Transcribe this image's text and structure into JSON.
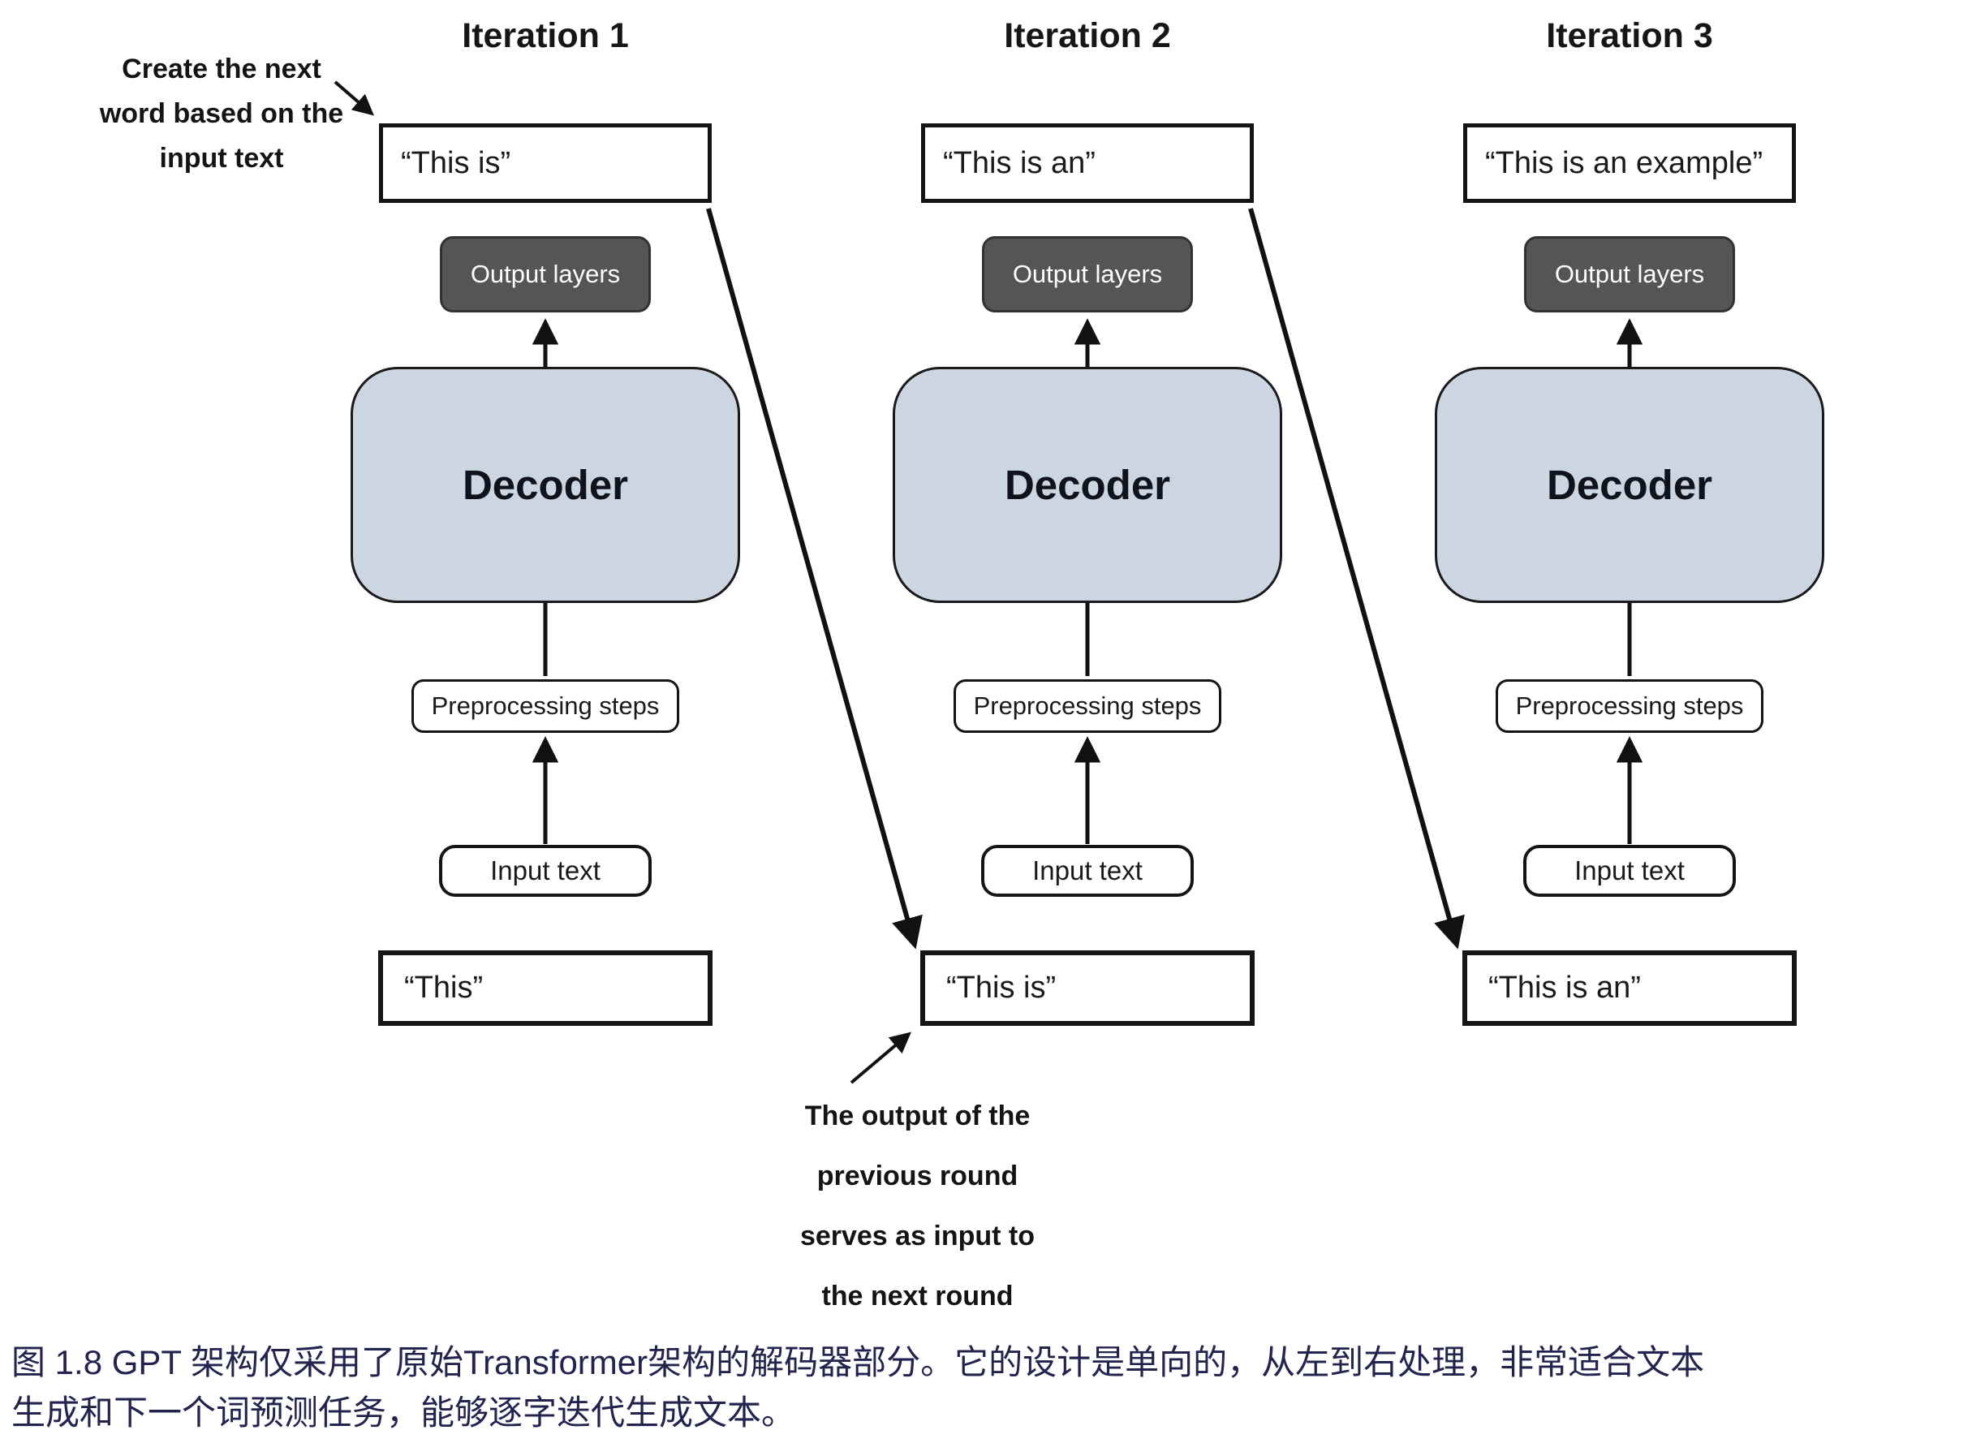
{
  "figure": {
    "columns": [
      {
        "title": "Iteration 1",
        "generated_text": "“This is”",
        "output_layers_label": "Output layers",
        "decoder_label": "Decoder",
        "preprocessing_label": "Preprocessing steps",
        "input_label": "Input text",
        "input_text": "“This”"
      },
      {
        "title": "Iteration 2",
        "generated_text": "“This is an”",
        "output_layers_label": "Output layers",
        "decoder_label": "Decoder",
        "preprocessing_label": "Preprocessing steps",
        "input_label": "Input text",
        "input_text": "“This is”"
      },
      {
        "title": "Iteration 3",
        "generated_text": "“This is an example”",
        "output_layers_label": "Output layers",
        "decoder_label": "Decoder",
        "preprocessing_label": "Preprocessing steps",
        "input_label": "Input text",
        "input_text": "“This is an”"
      }
    ],
    "annotations": {
      "top_left": {
        "lines": [
          "Create the next",
          "word based on the",
          "input text"
        ]
      },
      "bottom_center": {
        "lines": [
          "The output of the",
          "previous round",
          "serves as input to",
          "the next round"
        ]
      }
    },
    "caption": {
      "line1": "图 1.8  GPT 架构仅采用了原始Transformer架构的解码器部分。它的设计是单向的，从左到右处理，非常适合文本",
      "line2": "生成和下一个词预测任务，能够逐字迭代生成文本。"
    },
    "colors": {
      "decoder_fill": "#ccd6e3",
      "output_layers_fill": "#555555",
      "box_border": "#151515",
      "caption_text": "#232350",
      "annotation_text": "#141414"
    }
  }
}
